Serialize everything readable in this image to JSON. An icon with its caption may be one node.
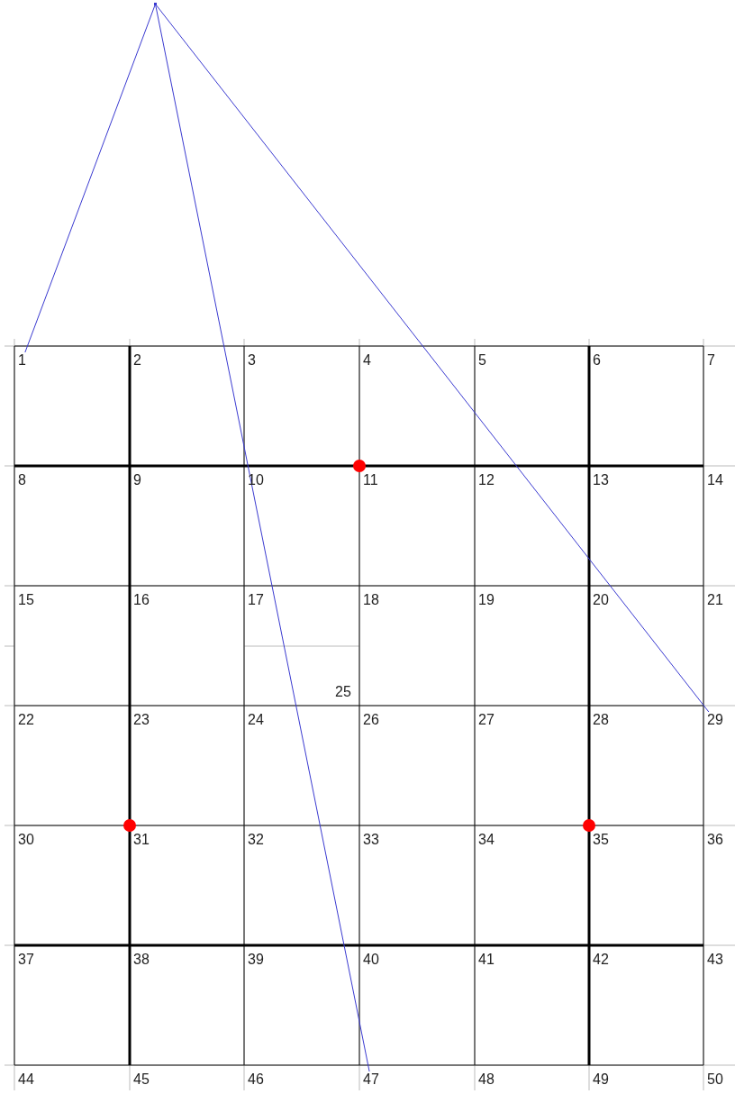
{
  "diagram": {
    "nodes": [
      {
        "text": [],
        "shape": "point"
      },
      {
        "text": [
          "1"
        ]
      },
      {
        "text": [
          "29"
        ]
      },
      {
        "text": [
          "47"
        ]
      }
    ],
    "edges": [
      {
        "from": 0,
        "to": 1,
        "arrow": "none"
      },
      {
        "from": 0,
        "to": 3,
        "arrow": "none"
      },
      {
        "from": 0,
        "to": 2,
        "arrow": "none"
      }
    ],
    "labels": [
      "2",
      "3",
      "4",
      "5",
      "6",
      "7",
      "8",
      "9",
      "10",
      "11",
      "12",
      "13",
      "14",
      "15",
      "16",
      "17",
      "18",
      "19",
      "20",
      "21",
      "22",
      "23",
      "24",
      "25",
      "26",
      "27",
      "28",
      "30",
      "31",
      "32",
      "33",
      "34",
      "35",
      "36",
      "37",
      "38",
      "39",
      "40",
      "41",
      "42",
      "43",
      "44",
      "45",
      "46",
      "48",
      "49",
      "50"
    ]
  }
}
